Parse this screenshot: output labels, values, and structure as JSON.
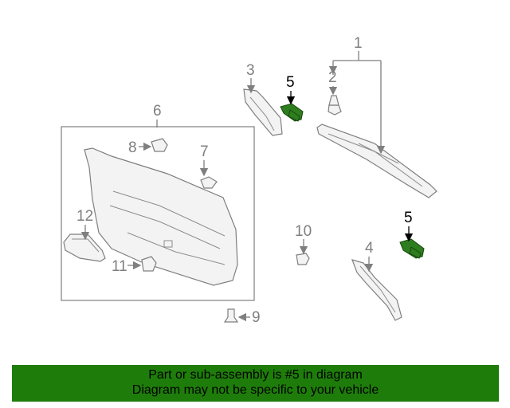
{
  "callouts": {
    "n1": "1",
    "n2": "2",
    "n3": "3",
    "n4": "4",
    "n5a": "5",
    "n5b": "5",
    "n6": "6",
    "n7": "7",
    "n8": "8",
    "n9": "9",
    "n10": "10",
    "n11": "11",
    "n12": "12"
  },
  "highlight_color": "#1e7d0a",
  "banner": {
    "line1": "Part or sub-assembly is #5 in diagram",
    "line2": "Diagram may not be specific to your vehicle"
  }
}
